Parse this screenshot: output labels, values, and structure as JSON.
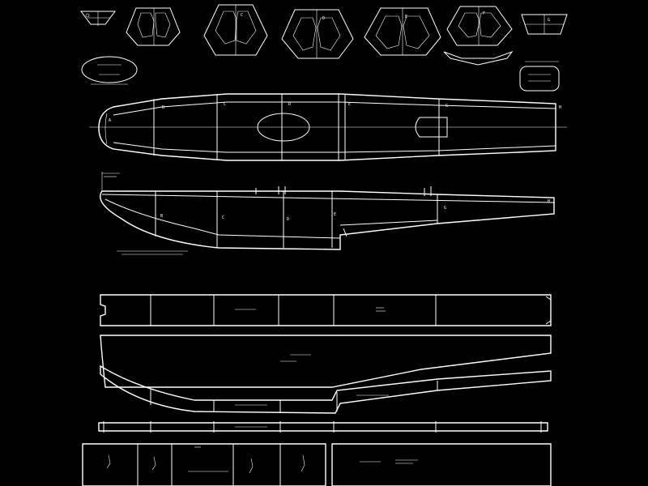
{
  "drawing": {
    "background": "#000000",
    "line_color": "#ffffff",
    "station_labels_top": [
      "A",
      "B",
      "C",
      "D",
      "E",
      "G",
      "H"
    ],
    "station_labels_side": [
      "B",
      "C",
      "D",
      "E",
      "G",
      "H"
    ],
    "former_labels": [
      "C",
      "D",
      "E",
      "F",
      "G"
    ]
  }
}
